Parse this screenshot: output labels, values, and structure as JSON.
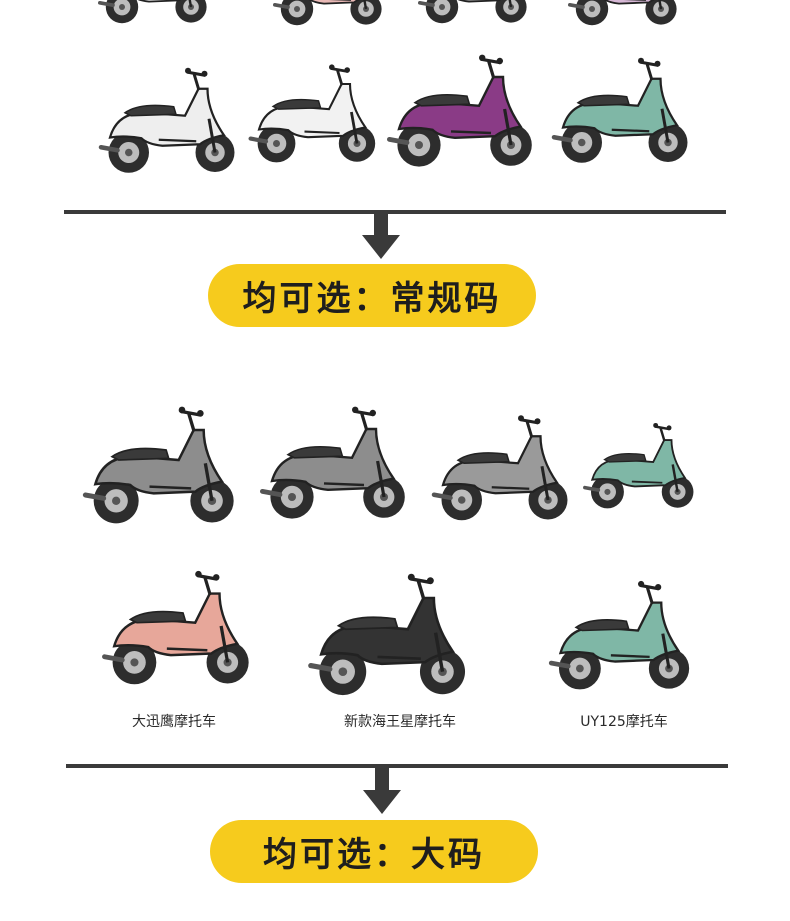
{
  "colors": {
    "badge_yellow": "#f6cb1d",
    "divider": "#3a3a3a",
    "text_dark": "#1e1e1e"
  },
  "section_regular": {
    "label": "均可选：常规码"
  },
  "section_large": {
    "label": "均可选：大码",
    "captions": [
      "大迅鹰摩托车",
      "新款海王星摩托车",
      "UY125摩托车"
    ]
  },
  "icons": [
    "scooter-illustration",
    "down-arrow-icon"
  ],
  "scooter_colors": {
    "white": "#eeeeee",
    "purple": "#8a3b86",
    "teal": "#7fb7a6",
    "gray": "#8d8d8d",
    "pink": "#e7a79a",
    "black": "#333333",
    "lilac": "#d7b8d6"
  }
}
